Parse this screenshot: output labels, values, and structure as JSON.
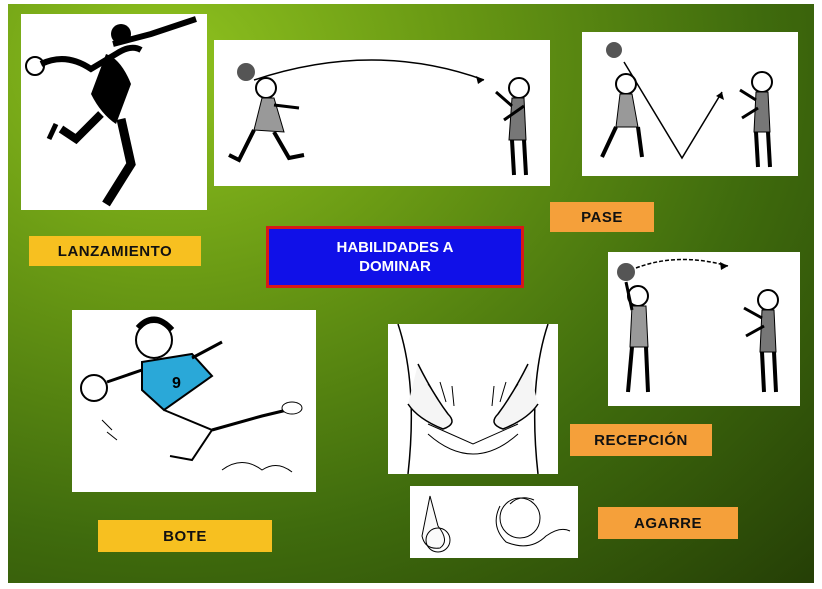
{
  "title": {
    "line1": "HABILIDADES A",
    "line2": "DOMINAR"
  },
  "labels": {
    "lanzamiento": "LANZAMIENTO",
    "pase": "PASE",
    "bote": "BOTE",
    "recepcion": "RECEPCIÓN",
    "agarre": "AGARRE"
  },
  "jersey_number": "9",
  "colors": {
    "background": "#5b8a12",
    "title_box": "#1010e8",
    "title_border": "#d81818",
    "label_yellow": "#f7c020",
    "label_orange": "#f5a03a"
  },
  "icons": [
    "thrower-illustration",
    "pass-illustration",
    "bounce-pass-illustration",
    "dribble-illustration",
    "reception-hands-illustration",
    "grip-illustration"
  ]
}
